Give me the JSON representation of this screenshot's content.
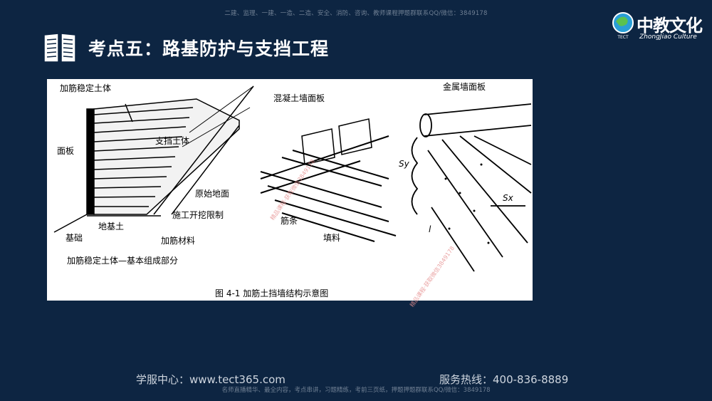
{
  "watermark_top": "二建、监理、一建、一造、二造、安全、消防、咨询、教师课程押题群联系QQ/微信：3849178",
  "watermark_bottom": "名师直播精华、最全内容，考点串讲，习题精练，考前三页纸，押题押题群联系QQ/微信：3849178",
  "header": {
    "title": "考点五：路基防护与支挡工程",
    "logo_cn": "中教文化",
    "logo_en": "ZhongJiao Culture",
    "logo_badge": "TECT"
  },
  "figure": {
    "left_labels": {
      "reinforced_body": "加筋稳定土体",
      "panel": "面板",
      "supported_soil": "支挡土体",
      "original_ground": "原始地面",
      "excavation_limit": "施工开挖限制",
      "subgrade": "地基土",
      "foundation": "基础",
      "reinforcement_material": "加筋材料",
      "sub_caption": "加筋稳定土体—基本组成部分"
    },
    "middle_labels": {
      "concrete_panel": "混凝土墙面板",
      "reinforcement": "筋条",
      "fill": "填料"
    },
    "right_labels": {
      "metal_panel": "金属墙面板",
      "sy": "Sy",
      "sx": "Sx",
      "l": "l"
    },
    "caption": "图 4-1  加筋土挡墙结构示意图",
    "stamps": [
      "精品课程·获取微信3849178",
      "精品课程·获取微信3849178"
    ]
  },
  "footer": {
    "service_center": "学服中心：www.tect365.com",
    "hotline": "服务热线：400-836-8889"
  }
}
